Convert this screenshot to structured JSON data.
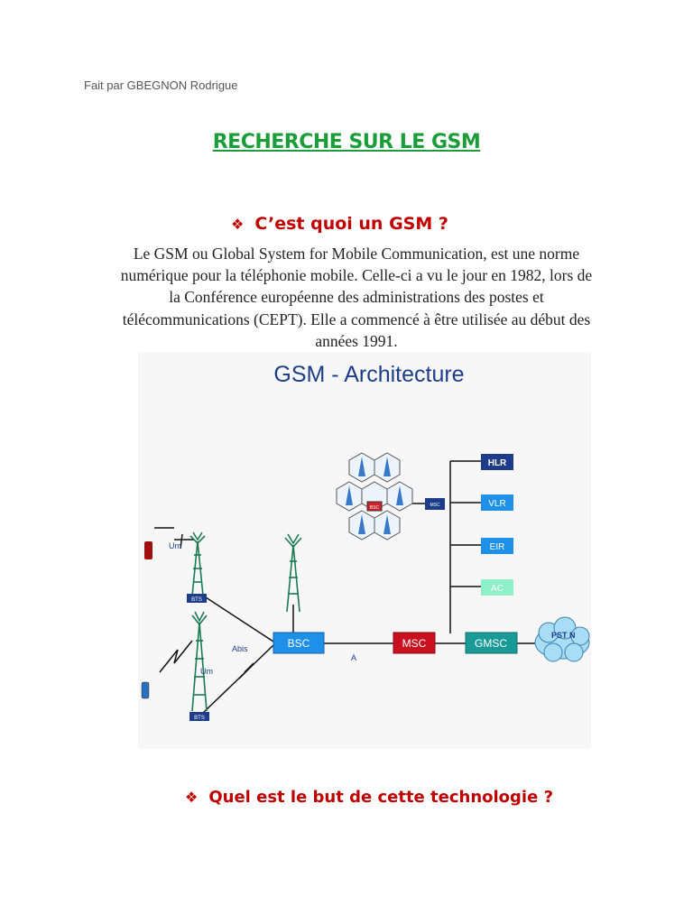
{
  "author": "Fait par GBEGNON Rodrigue",
  "title": "RECHERCHE SUR LE GSM",
  "section1": {
    "bullet": "❖",
    "heading": "C’est quoi un GSM ?",
    "paragraph": "Le GSM ou Global System for Mobile Communication, est une norme numérique pour la téléphonie mobile. Celle-ci a vu le jour en 1982, lors de la Conférence européenne des administrations des postes et télécommunications (CEPT). Elle a commencé à être utilisée au début des années 1991."
  },
  "diagram": {
    "title": "GSM - Architecture",
    "labels": {
      "bsc": "BSC",
      "msc": "MSC",
      "gmsc": "GMSC",
      "hlr": "HLR",
      "vlr": "VLR",
      "eir": "EIR",
      "ac": "AC",
      "pstn": "PST N",
      "bts": "BTS",
      "um": "Um",
      "abis": "Abis",
      "a": "A",
      "cell_bsc": "BSC",
      "cell_msc": "MSC"
    },
    "colors": {
      "bsc": "#1e90e8",
      "msc": "#c8101e",
      "gmsc": "#1a9a96",
      "hlr": "#1d3d8a",
      "vlr": "#1e90e8",
      "eir": "#1e90e8",
      "ac": "#8ef0c8",
      "title": "#1d3d8a"
    }
  },
  "section2": {
    "bullet": "❖",
    "heading": "Quel est le but de cette technologie ?"
  }
}
